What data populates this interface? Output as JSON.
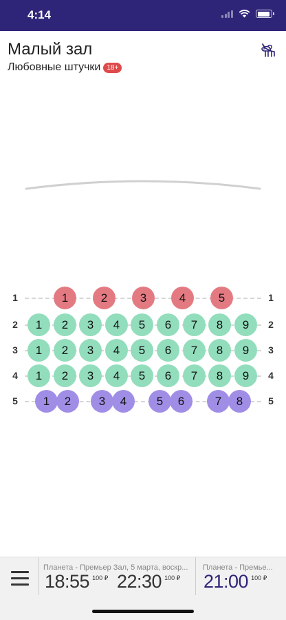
{
  "status_bar": {
    "time": "4:14",
    "icons": [
      "signal-icon",
      "wifi-icon",
      "battery-icon"
    ]
  },
  "header": {
    "hall_name": "Малый зал",
    "movie_title": "Любовные штучки",
    "age_rating": "18+",
    "icon": "unicorn-icon"
  },
  "colors": {
    "brand": "#2e2578",
    "seat_unavailable": "#e37a82",
    "seat_available": "#92ddbc",
    "seat_pair": "#a08ee6",
    "age_badge": "#e04a4a"
  },
  "rows": [
    {
      "label": "1",
      "type": "red",
      "seats": [
        "1",
        "2",
        "3",
        "4",
        "5"
      ]
    },
    {
      "label": "2",
      "type": "green",
      "seats": [
        "1",
        "2",
        "3",
        "4",
        "5",
        "6",
        "7",
        "8",
        "9"
      ]
    },
    {
      "label": "3",
      "type": "green",
      "seats": [
        "1",
        "2",
        "3",
        "4",
        "5",
        "6",
        "7",
        "8",
        "9"
      ]
    },
    {
      "label": "4",
      "type": "green",
      "seats": [
        "1",
        "2",
        "3",
        "4",
        "5",
        "6",
        "7",
        "8",
        "9"
      ]
    },
    {
      "label": "5",
      "type": "purple",
      "seats": [
        "1",
        "2",
        "3",
        "4",
        "5",
        "6",
        "7",
        "8"
      ]
    }
  ],
  "bottom_bar": {
    "menu_icon": "menu-icon",
    "groups": [
      {
        "cinema": "Планета - Премьер Зал, 5 марта, воскр...",
        "sessions": [
          {
            "time": "18:55",
            "price": "100 ₽"
          },
          {
            "time": "22:30",
            "price": "100 ₽"
          }
        ]
      },
      {
        "cinema": "Планета - Премье...",
        "sessions": [
          {
            "time": "21:00",
            "price": "100 ₽"
          }
        ]
      }
    ]
  }
}
